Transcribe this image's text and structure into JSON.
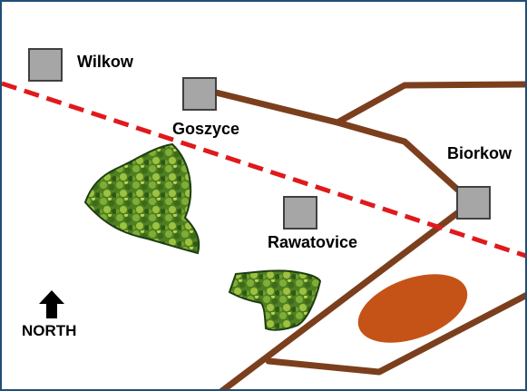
{
  "towns": {
    "wilkow": "Wilkow",
    "goszyce": "Goszyce",
    "biorkow": "Biorkow",
    "rawatovice": "Rawatovice"
  },
  "legend": {
    "north_label": "NORTH",
    "north_icon": "up-arrow-icon"
  },
  "colors": {
    "road": "#7b3f1e",
    "boundary": "#e0191c",
    "town_fill": "#a6a6a6",
    "lake": "#c55318",
    "forest": "#5a8f2a",
    "frame": "#1f4e79"
  }
}
